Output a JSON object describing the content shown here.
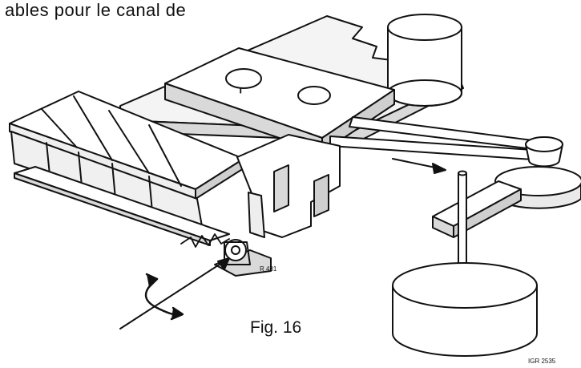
{
  "header_text": "ables pour le canal de",
  "figure_caption": "Fig. 16",
  "labels": {
    "part_ref": "R 481",
    "plate_code": "IGR 2535",
    "top_plate_mark": "I"
  },
  "colors": {
    "ink": "#111111",
    "paper": "#ffffff",
    "shade": "#d9d9d9"
  }
}
